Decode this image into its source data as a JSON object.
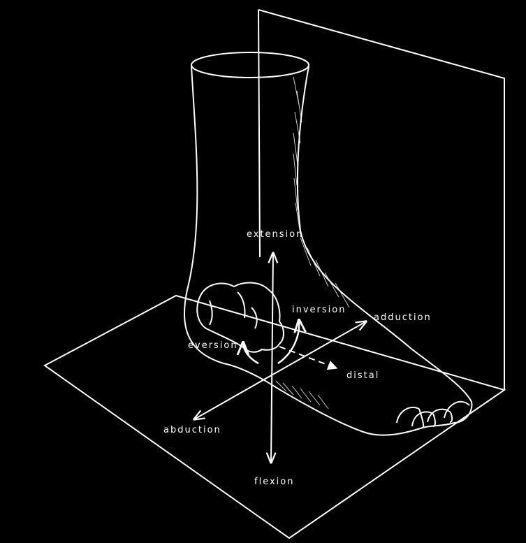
{
  "labels": {
    "extension": "extension",
    "inversion": "inversion",
    "adduction": "adduction",
    "eversion": "eversion",
    "distal": "distal",
    "abduction": "abduction",
    "flexion": "flexion"
  },
  "colors": {
    "background": "#000000",
    "line": "#ffffff"
  }
}
